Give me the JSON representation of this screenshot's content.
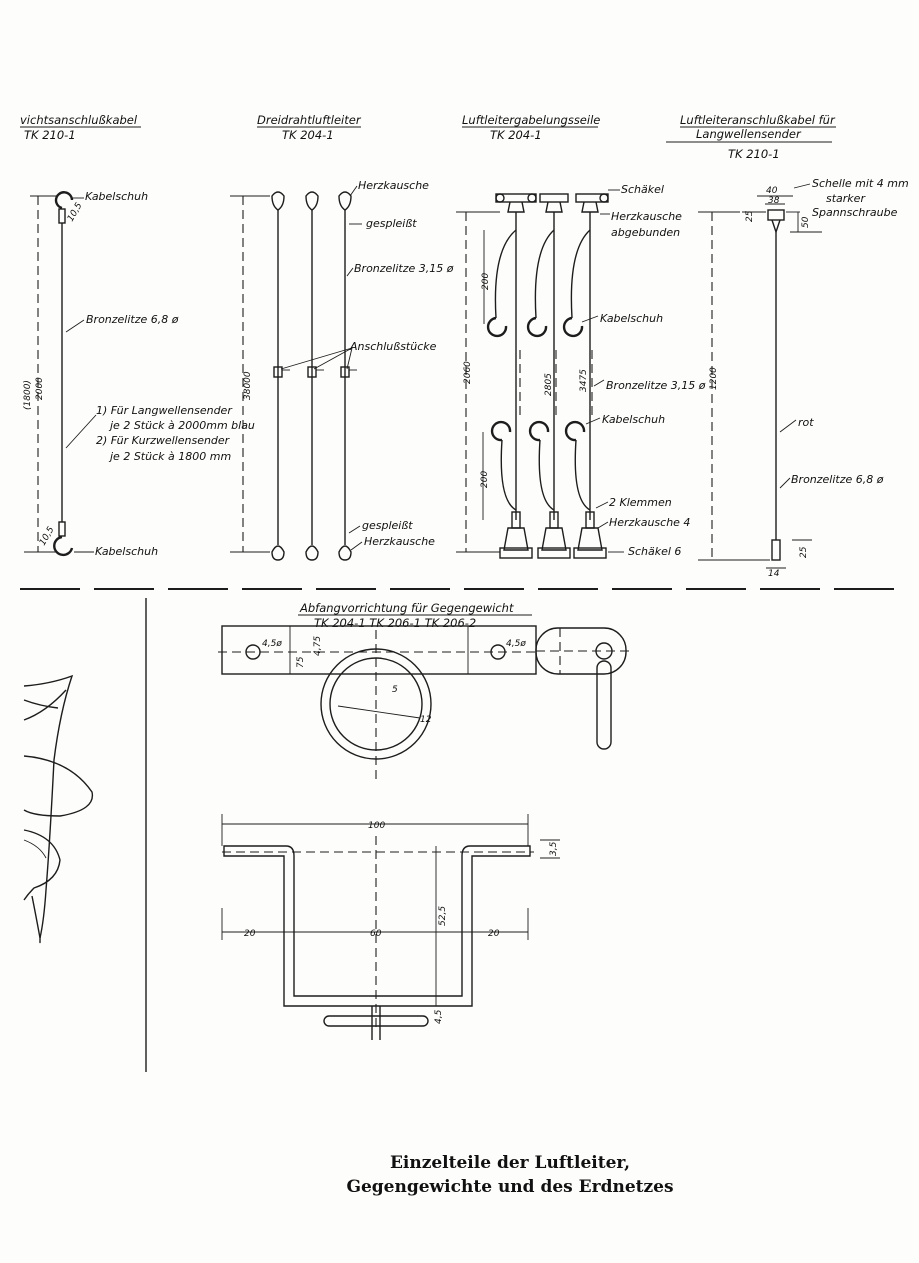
{
  "sections": [
    {
      "header": "vichtsanschlußkabel",
      "code": "TK 210-1"
    },
    {
      "header": "Dreidrahtluftleiter",
      "code": "TK 204-1"
    },
    {
      "header": "Luftleitergabelungsseile",
      "code": "TK 204-1"
    },
    {
      "header": "Luftleiteranschlußkabel für",
      "header2": "Langwellensender",
      "code": "TK 210-1"
    }
  ],
  "labels": {
    "s1_kabelschuh_top": "Kabelschuh",
    "s1_bronzelitze": "Bronzelitze 6,8 ø",
    "s1_note1": "1) Für Langwellensender",
    "s1_note1b": "je 2 Stück à 2000mm blau",
    "s1_note2": "2) Für Kurzwellensender",
    "s1_note2b": "je 2 Stück à 1800 mm",
    "s1_kabelschuh_bottom": "Kabelschuh",
    "s2_herzkausche_top": "Herzkausche",
    "s2_gespleisst_top": "gespleißt",
    "s2_bronzelitze": "Bronzelitze 3,15 ø",
    "s2_anschluss": "Anschlußstücke",
    "s2_gespleisst_bottom": "gespleißt",
    "s2_herzkausche_bottom": "Herzkausche",
    "s3_schaekel": "Schäkel",
    "s3_herzkausche": "Herzkausche",
    "s3_abgebunden": "abgebunden",
    "s3_kabelschuh1": "Kabelschuh",
    "s3_bronzelitze": "Bronzelitze 3,15 ø",
    "s3_kabelschuh2": "Kabelschuh",
    "s3_klemmen": "2 Klemmen",
    "s3_herzkausche4": "Herzkausche 4",
    "s3_schaekel6": "Schäkel 6",
    "s4_schelle": "Schelle mit 4 mm",
    "s4_starker": "starker",
    "s4_spannschraube": "Spannschraube",
    "s4_rot": "rot",
    "s4_bronzelitze": "Bronzelitze 6,8 ø",
    "abfang_title": "Abfangvorrichtung für Gegengewicht",
    "abfang_codes": "TK 204-1   TK 206-1   TK 206-2"
  },
  "dims": {
    "s1_h1": "(1800)",
    "s1_h2": "2000",
    "s1_top": "10,5",
    "s1_bottom": "10,5",
    "s2_len": "38000",
    "s3_200a": "200",
    "s3_2060": "2060",
    "s3_2805": "2805",
    "s3_3475": "3475",
    "s3_200b": "200",
    "s4_40": "40",
    "s4_38": "38",
    "s4_25": "25",
    "s4_50": "50",
    "s4_1200": "1200",
    "s4_25b": "25",
    "s4_14": "14",
    "a_45l": "4,5ø",
    "a_45r": "4,5ø",
    "a_75": "75",
    "a_475": "4,75",
    "a_5": "5",
    "a_12": "12",
    "b_100": "100",
    "b_20l": "20",
    "b_60": "60",
    "b_20r": "20",
    "b_525": "52,5",
    "b_35": "3,5",
    "b_45": "4,5"
  },
  "caption": {
    "line1": "Einzelteile der Luftleiter,",
    "line2": "Gegengewichte und des Erdnetzes"
  }
}
